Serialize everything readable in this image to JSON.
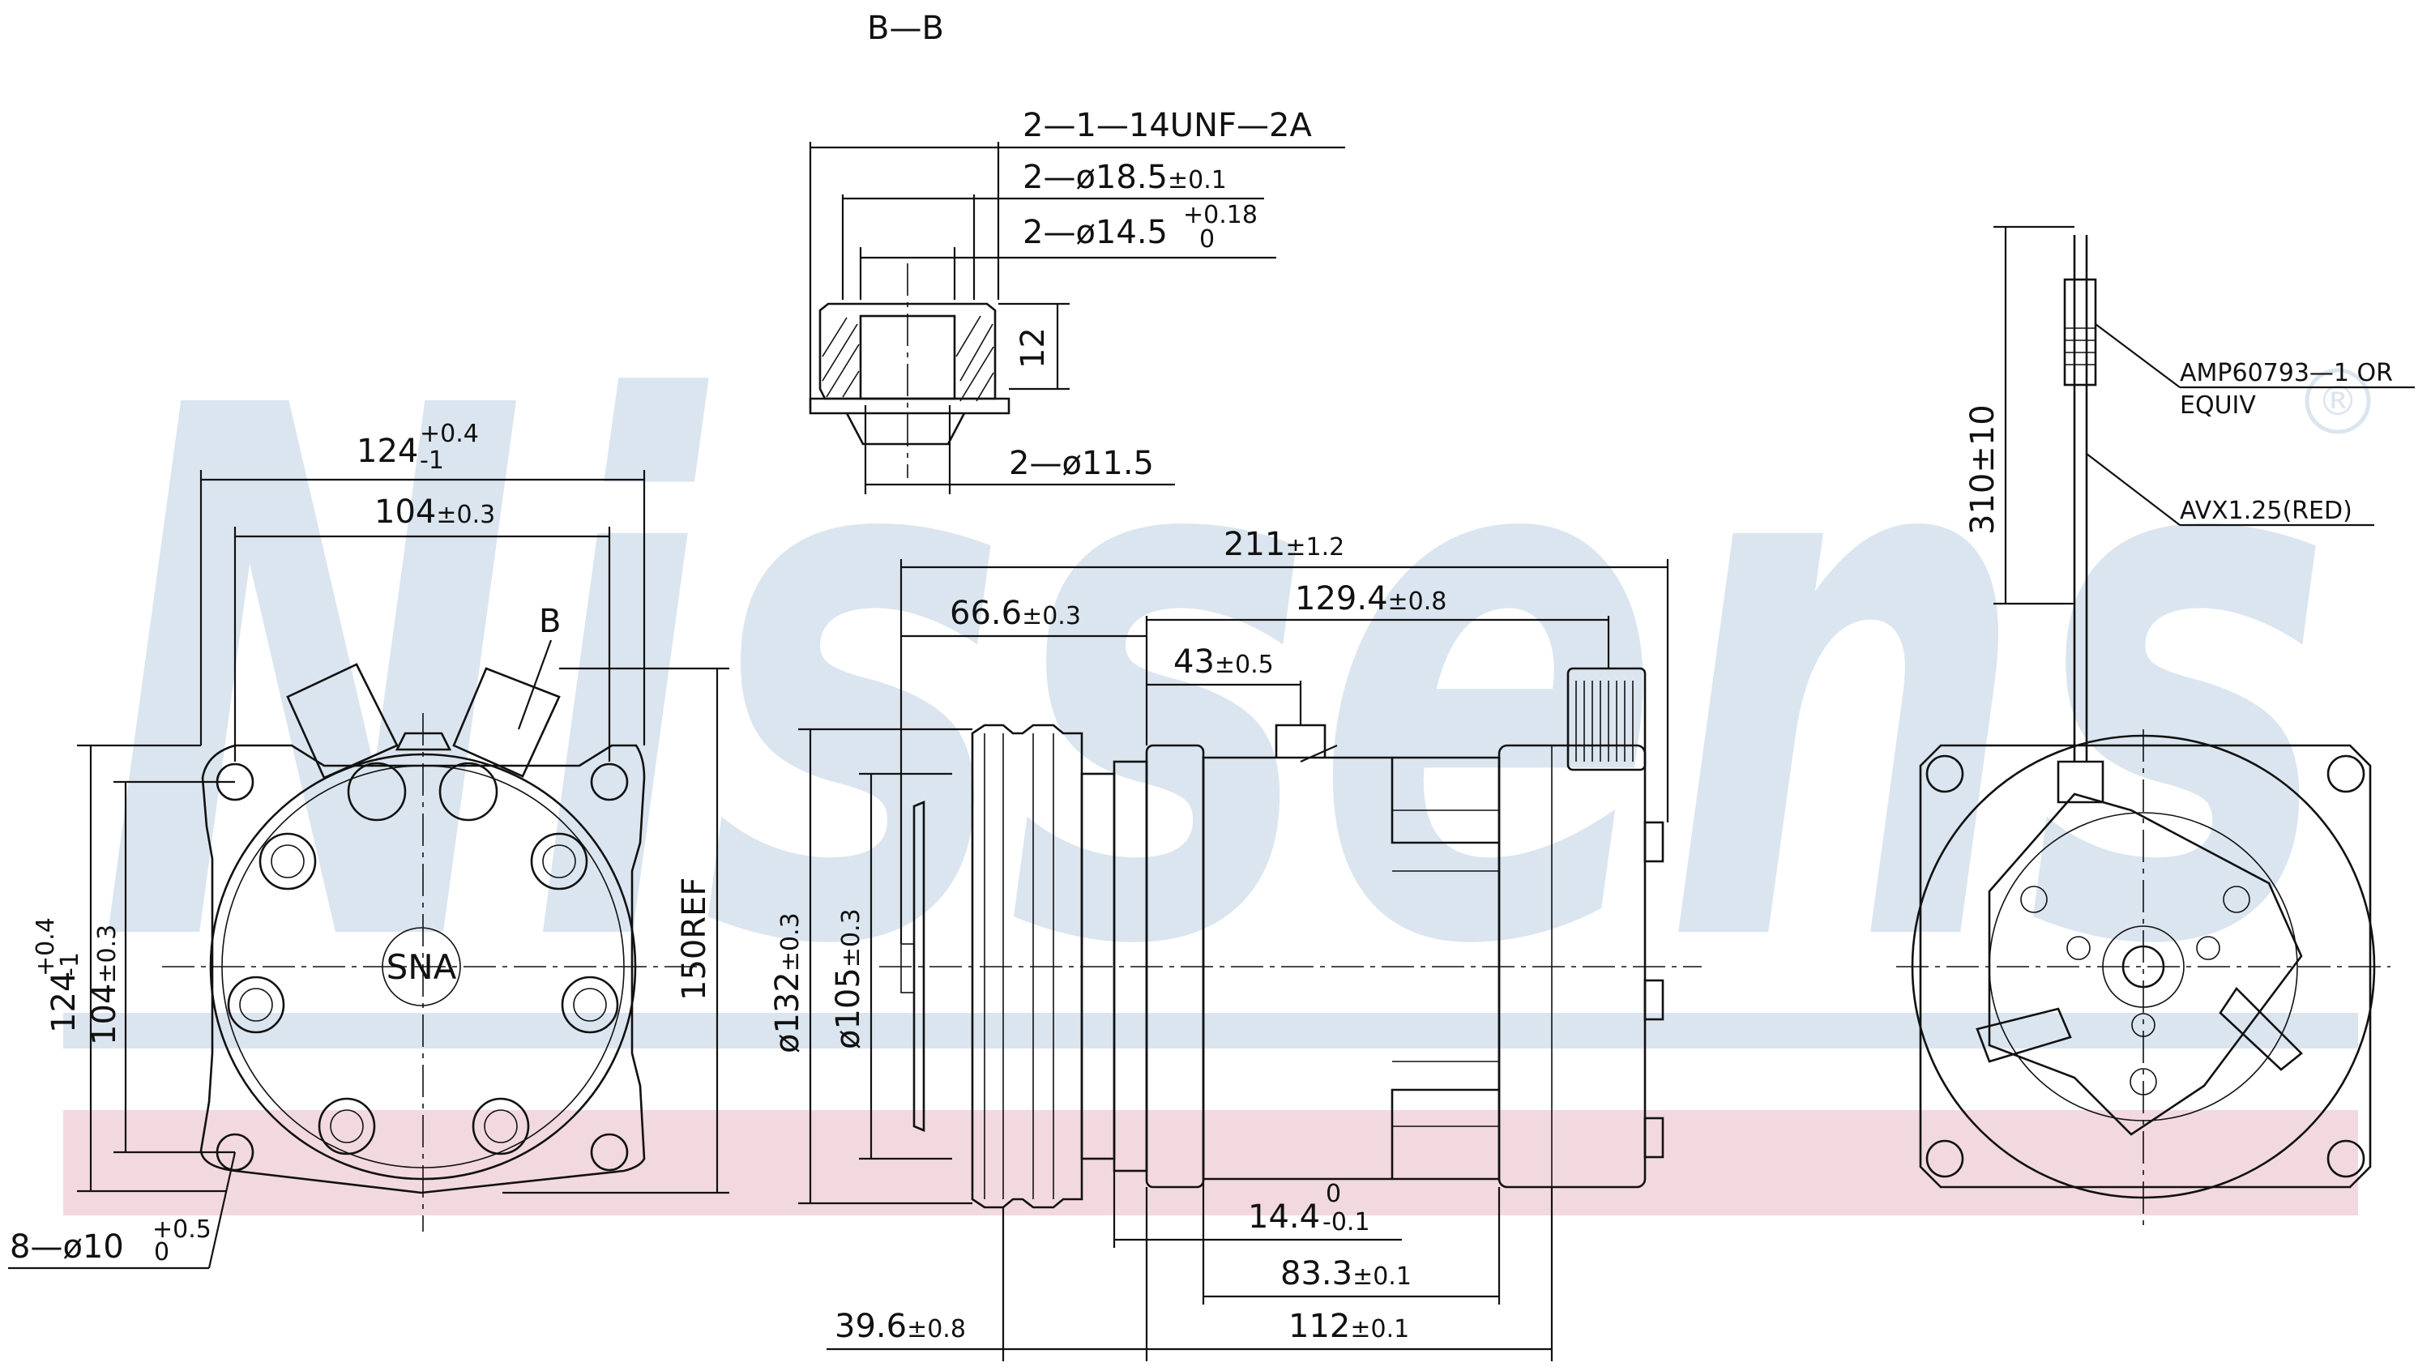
{
  "watermark": {
    "brand": "Nissens",
    "registered": "®",
    "colors": {
      "blue": "#dbe5ef",
      "red": "#f2d9df"
    }
  },
  "section": {
    "title": "B—B",
    "thread": "2—1—14UNF—2A",
    "bore1_main": "2—ø18.5",
    "bore1_tol": "±0.1",
    "bore2_main": "2—ø14.5",
    "bore2_tol_up": "+0.18",
    "bore2_tol_low": "0",
    "depth": "12",
    "bore3": "2—ø11.5"
  },
  "front_view": {
    "width_outer_main": "124",
    "width_outer_up": "+0.4",
    "width_outer_low": "-1",
    "width_inner_main": "104",
    "width_inner_tol": "±0.3",
    "height_outer_main": "124",
    "height_outer_up": "+0.4",
    "height_outer_low": "-1",
    "height_inner_main": "104",
    "height_inner_tol": "±0.3",
    "height_ref": "150REF",
    "port_label": "B",
    "logo": "SNA",
    "holes_main": "8—ø10",
    "holes_up": "+0.5",
    "holes_low": "0"
  },
  "side_view": {
    "length_main": "211",
    "length_tol": "±1.2",
    "body_main": "129.4",
    "body_tol": "±0.8",
    "clutch_main": "66.6",
    "clutch_tol": "±0.3",
    "boss_main": "43",
    "boss_tol": "±0.5",
    "dia_outer_main": "ø132",
    "dia_outer_tol": "±0.3",
    "dia_inner_main": "ø105",
    "dia_inner_tol": "±0.3",
    "step_main": "14.4",
    "step_up": "0",
    "step_low": "-0.1",
    "mount_main": "83.3",
    "mount_tol": "±0.1",
    "pulley_main": "39.6",
    "pulley_tol": "±0.8",
    "base_main": "112",
    "base_tol": "±0.1"
  },
  "rear_view": {
    "wire_length": "310±10",
    "connector_line1": "AMP60793—1 OR",
    "connector_line2": "EQUIV",
    "wire_spec": "AVX1.25(RED)"
  }
}
